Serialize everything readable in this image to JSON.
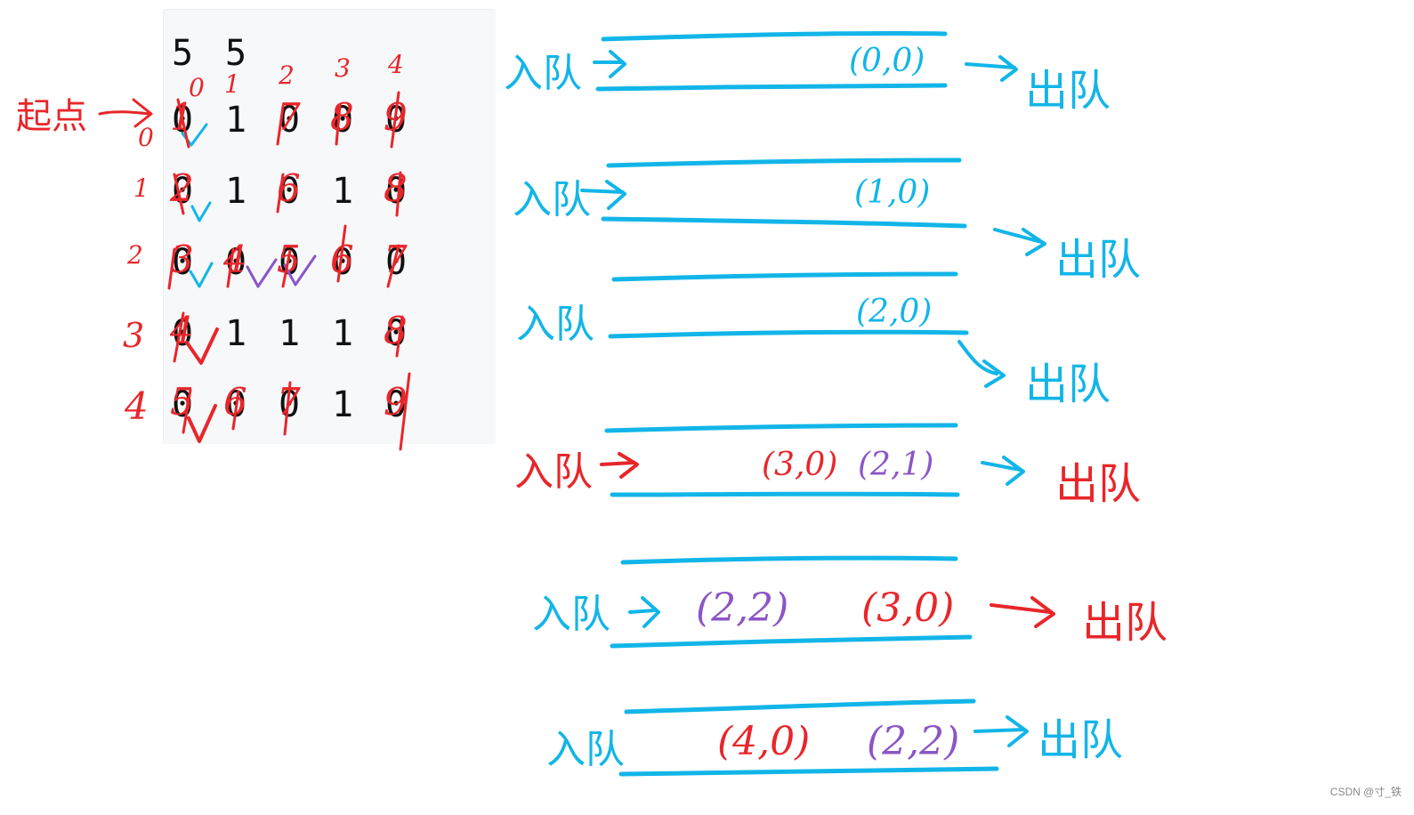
{
  "grid": {
    "header": [
      "5",
      "5"
    ],
    "rows": [
      [
        "0",
        "1",
        "0",
        "0",
        "0"
      ],
      [
        "0",
        "1",
        "0",
        "1",
        "0"
      ],
      [
        "0",
        "0",
        "0",
        "0",
        "0"
      ],
      [
        "0",
        "1",
        "1",
        "1",
        "0"
      ],
      [
        "0",
        "0",
        "0",
        "1",
        "0"
      ]
    ],
    "col_indices": [
      "0",
      "1",
      "2",
      "3",
      "4"
    ],
    "row_indices": [
      "0",
      "1",
      "2",
      "3",
      "4"
    ],
    "step_annotations": [
      [
        "1",
        "",
        "7",
        "8",
        "9"
      ],
      [
        "2",
        "",
        "6",
        "",
        "8"
      ],
      [
        "3",
        "4",
        "5",
        "6",
        "7"
      ],
      [
        "4",
        "",
        "",
        "",
        "8"
      ],
      [
        "5",
        "6",
        "7",
        "",
        "9"
      ]
    ]
  },
  "start_label": "起点",
  "enqueue_label": "入队",
  "dequeue_label": "出队",
  "queues": [
    {
      "enqueue": "入队",
      "items": [
        {
          "text": "(0,0)",
          "color": "cyan"
        }
      ],
      "dequeue": "出队",
      "color": "cyan"
    },
    {
      "enqueue": "入队",
      "items": [
        {
          "text": "(1,0)",
          "color": "cyan"
        }
      ],
      "dequeue": "出队",
      "color": "cyan"
    },
    {
      "enqueue": "入队",
      "items": [
        {
          "text": "(2,0)",
          "color": "cyan"
        }
      ],
      "dequeue": "出队",
      "color": "cyan"
    },
    {
      "enqueue": "入队",
      "items": [
        {
          "text": "(3,0)",
          "color": "red"
        },
        {
          "text": "(2,1)",
          "color": "purple"
        }
      ],
      "dequeue": "出队",
      "color": "red"
    },
    {
      "enqueue": "入队",
      "items": [
        {
          "text": "(2,2)",
          "color": "purple"
        },
        {
          "text": "(3,0)",
          "color": "red"
        }
      ],
      "dequeue": "出队",
      "color": "red"
    },
    {
      "enqueue": "入队",
      "items": [
        {
          "text": "(4,0)",
          "color": "red"
        },
        {
          "text": "(2,2)",
          "color": "purple"
        }
      ],
      "dequeue": "出队",
      "color": "cyan"
    }
  ],
  "watermark": "CSDN @寸_铁",
  "colors": {
    "cyan": "#12b5e8",
    "red": "#e8262a",
    "purple": "#8c55c7"
  }
}
